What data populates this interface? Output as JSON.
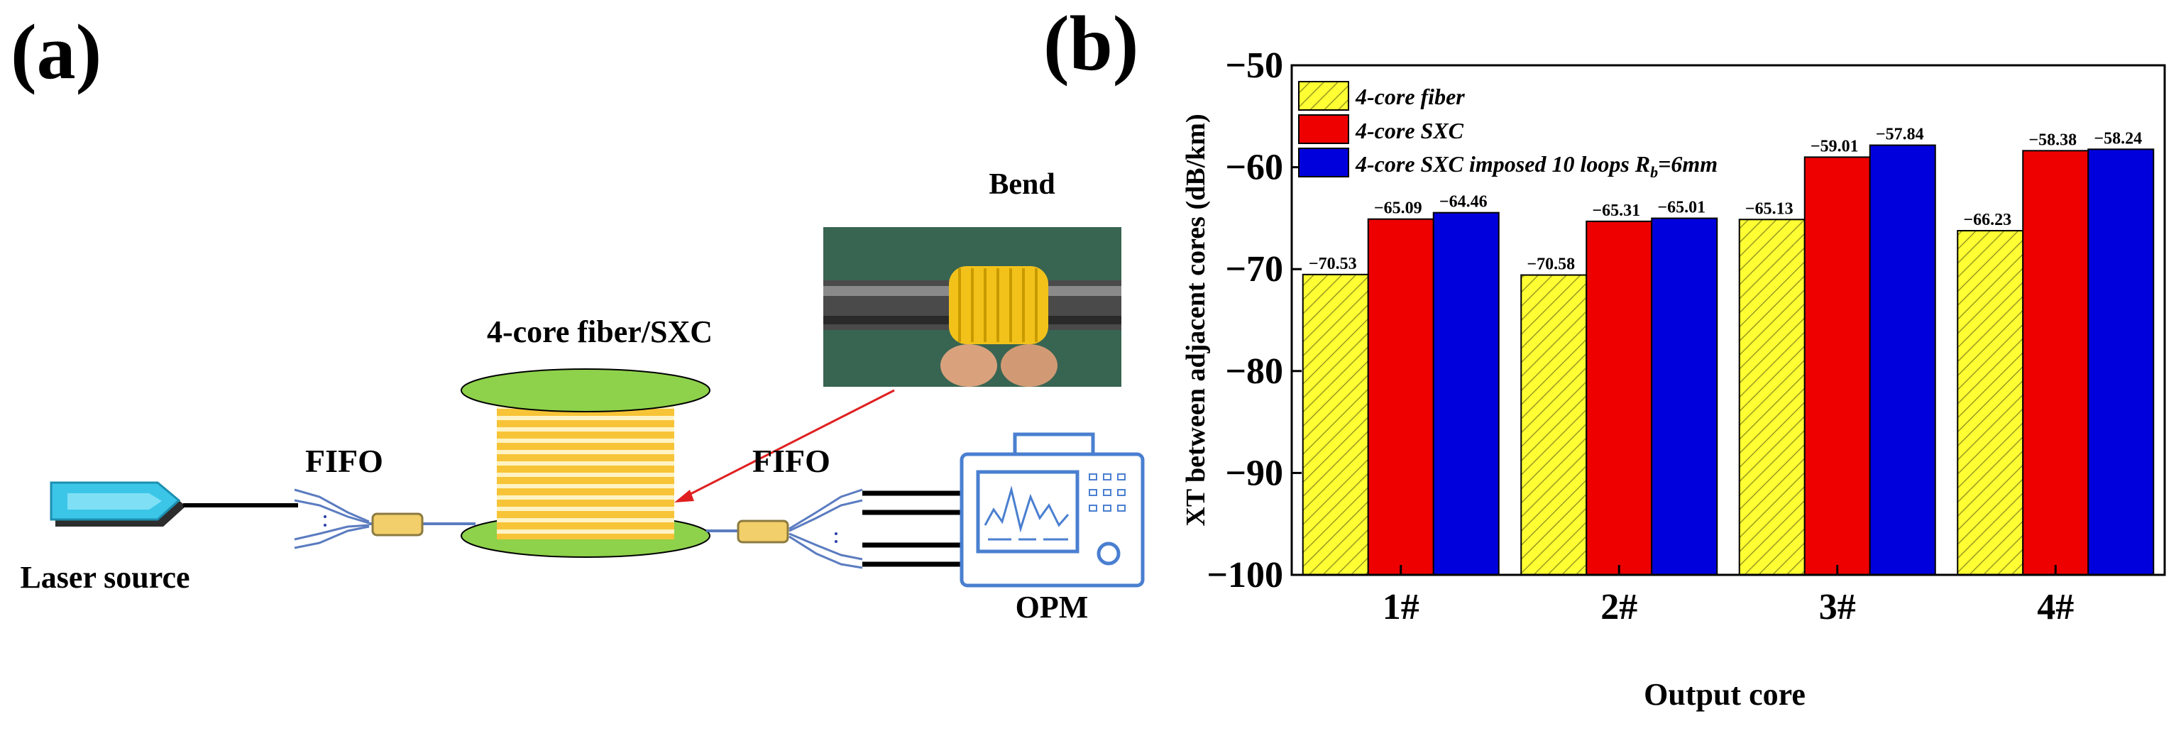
{
  "panel_a": {
    "label": "(a)",
    "bend_title": "Bend",
    "fiber_label": "4-core fiber/SXC",
    "fifo_left": "FIFO",
    "fifo_right": "FIFO",
    "laser_label": "Laser source",
    "opm_label": "OPM",
    "colors": {
      "spool_disc": "#8ed14b",
      "spool_winding": "#f7c437",
      "fiber_line": "#5b7cc0",
      "laser": "#3bc6e8",
      "opm": "#4a7fd0",
      "arrow": "#e02020"
    },
    "icons": [
      "laser-source-icon",
      "fifo-icon",
      "fiber-spool-icon",
      "bend-photo",
      "opm-icon"
    ]
  },
  "panel_b": {
    "label": "(b)",
    "legend": [
      {
        "text": "4-core fiber"
      },
      {
        "text": "4-core SXC"
      },
      {
        "text_main": "4-core SXC imposed 10 loops R",
        "text_sub": "b",
        "text_tail": "=6mm"
      }
    ]
  },
  "chart_data": {
    "type": "bar",
    "xlabel": "Output core",
    "ylabel": "XT between adjacent cores (dB/km)",
    "categories": [
      "1#",
      "2#",
      "3#",
      "4#"
    ],
    "ylim": [
      -100,
      -50
    ],
    "yticks": [
      -50,
      -60,
      -70,
      -80,
      -90,
      -100
    ],
    "ytick_labels": [
      "−50",
      "−60",
      "−70",
      "−80",
      "−90",
      "−100"
    ],
    "grid": false,
    "legend_position": "top-left",
    "series": [
      {
        "name": "4-core fiber",
        "color": "#ffff33",
        "hatch": true,
        "values": [
          -70.53,
          -70.58,
          -65.13,
          -66.23
        ],
        "labels": [
          "−70.53",
          "−70.58",
          "−65.13",
          "−66.23"
        ]
      },
      {
        "name": "4-core SXC",
        "color": "#ee0000",
        "values": [
          -65.09,
          -65.31,
          -59.01,
          -58.38
        ],
        "labels": [
          "−65.09",
          "−65.31",
          "−59.01",
          "−58.38"
        ]
      },
      {
        "name": "4-core SXC imposed 10 loops Rb=6mm",
        "color": "#0000dd",
        "values": [
          -64.46,
          -65.01,
          -57.84,
          -58.24
        ],
        "labels": [
          "−64.46",
          "−65.01",
          "−57.84",
          "−58.24"
        ]
      }
    ]
  }
}
